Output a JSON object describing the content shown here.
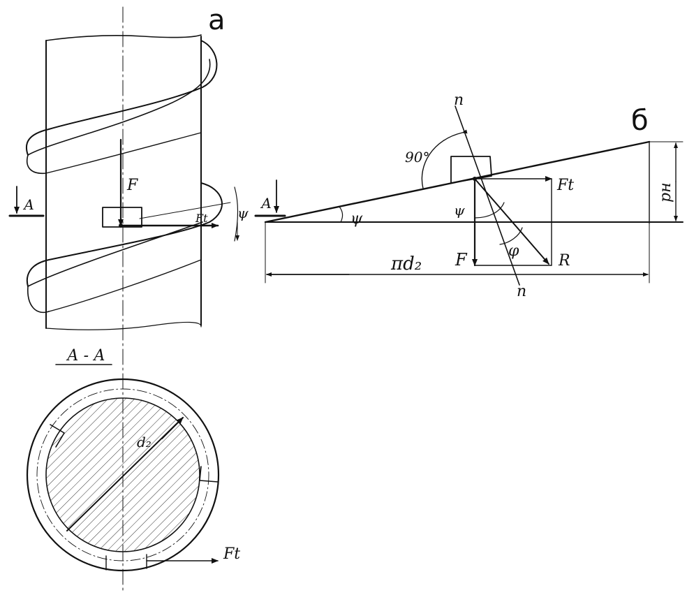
{
  "figure": {
    "label_a": "а",
    "label_b": "б",
    "section_title": "А - А",
    "view_a": {
      "section_mark_left": "А",
      "force_axial": "F",
      "force_tangential": "Ft",
      "angle_lead": "ψ"
    },
    "view_b": {
      "section_mark_left": "А",
      "normal_top": "n",
      "normal_bottom": "n",
      "right_angle": "90°",
      "force_tangential": "Ft",
      "force_axial": "F",
      "resultant": "R",
      "angle_lead": "ψ",
      "angle_lead_inner": "ψ",
      "friction_angle": "φ",
      "length": "πd₂",
      "pitch": "pн"
    },
    "section": {
      "diameter": "d₂",
      "force_tangential": "Ft"
    }
  },
  "colors": {
    "ink": "#111111",
    "paper": "#ffffff"
  }
}
